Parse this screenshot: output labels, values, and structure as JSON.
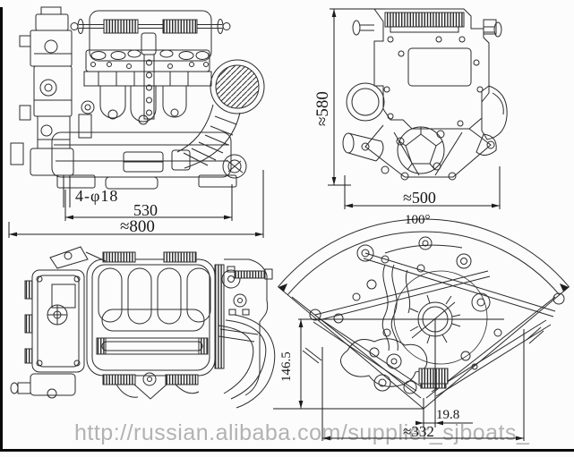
{
  "colors": {
    "ink": "#2b2b2b",
    "background": "#fcfcfc",
    "watermark_text": "#b2b2b2",
    "frame": "#0a0a0a"
  },
  "watermark": {
    "url_text": "http://russian.alibaba.com/supplier_sjboats_"
  },
  "views": {
    "front_view": {
      "dims": {
        "mount_holes": "4-φ18",
        "mount_span": "530",
        "overall_width": "≈800"
      }
    },
    "side_view": {
      "dims": {
        "overall_height": "≈580",
        "overall_width": "≈500"
      }
    },
    "mount_plate_view": {
      "dims": {
        "sector_angle": "100°",
        "center_height": "146.5",
        "center_offset": "19.8",
        "overall_width": "≈332"
      }
    }
  }
}
